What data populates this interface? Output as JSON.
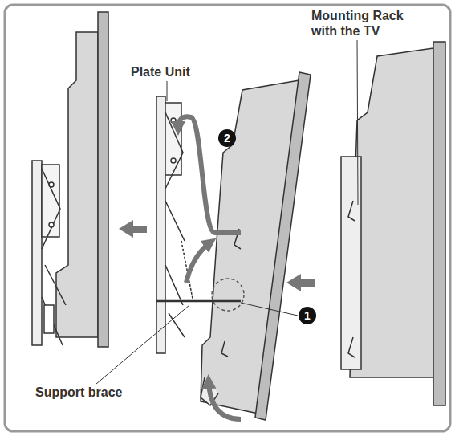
{
  "diagram": {
    "labels": [
      "Plate Unit",
      "Mounting Rack with the TV",
      "2",
      "1",
      "Support brace"
    ]
  }
}
